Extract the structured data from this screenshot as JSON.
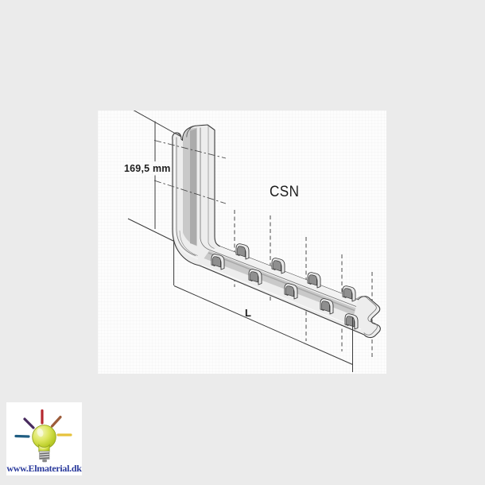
{
  "page": {
    "background_color": "#ebebeb",
    "panel_color": "#fdfdfd"
  },
  "drawing": {
    "product_code": "CSN",
    "height_dimension": "169,5 mm",
    "length_label": "L",
    "line_color": "#3b3b3b",
    "metal_fill": "#ededed"
  },
  "logo": {
    "url_text": "www.Elmaterial.dk",
    "text_color": "#2a3a9c",
    "bulb_color": "#c6d42f",
    "ray_colors": {
      "top": "#b5282f",
      "upper_left": "#472a5e",
      "upper_right": "#9c5c3a",
      "left": "#1f5d82",
      "right": "#e6c23c"
    }
  }
}
